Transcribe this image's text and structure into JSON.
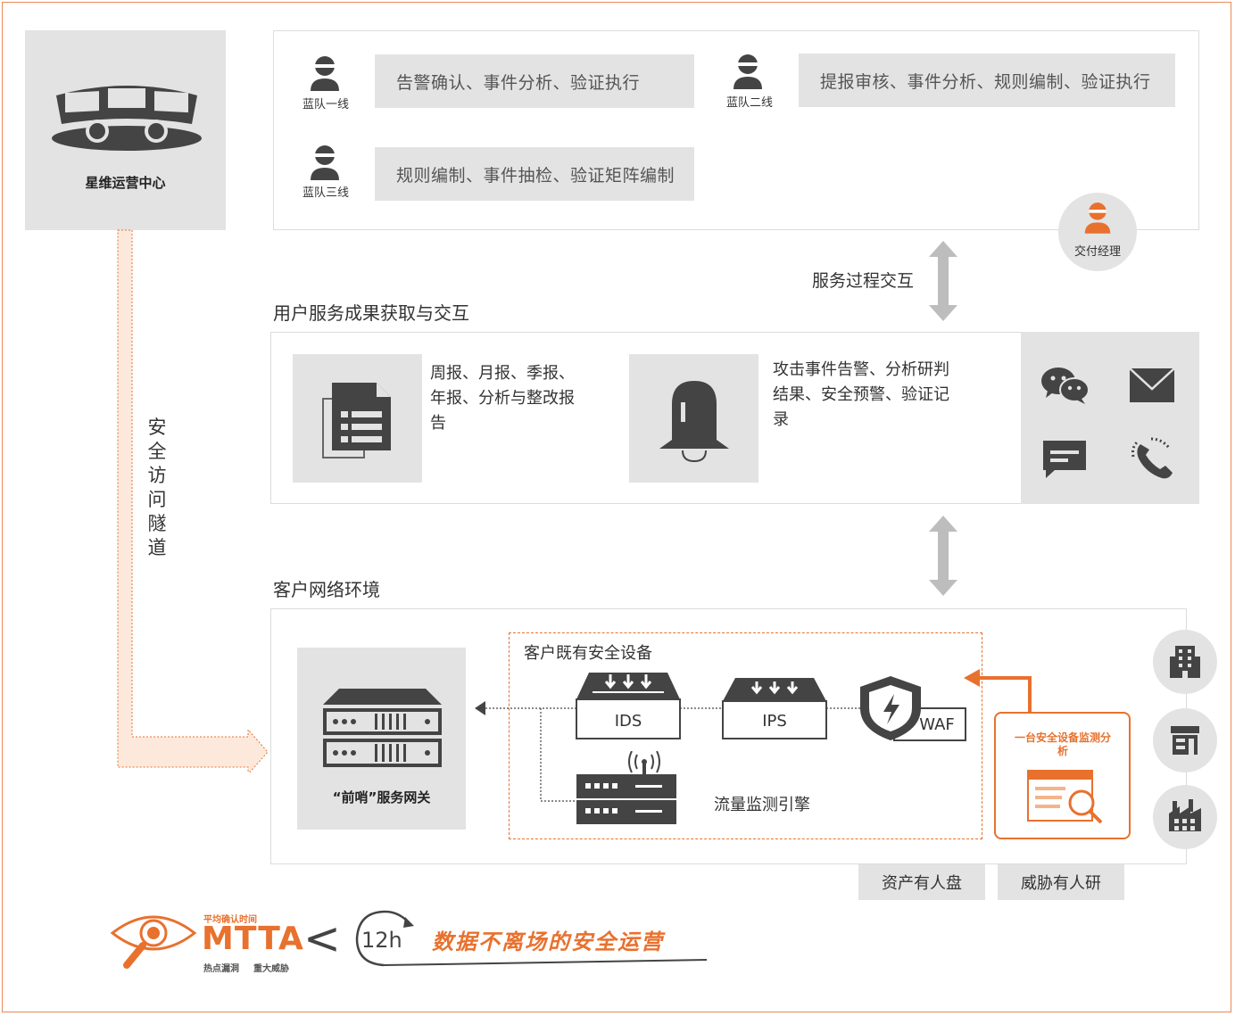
{
  "ops_center": {
    "label": "星维运营中心"
  },
  "blue_team": {
    "roles": [
      {
        "name": "蓝队一线",
        "tasks": "告警确认、事件分析、验证执行"
      },
      {
        "name": "蓝队二线",
        "tasks": "提报审核、事件分析、规则编制、验证执行"
      },
      {
        "name": "蓝队三线",
        "tasks": "规则编制、事件抽检、验证矩阵编制"
      }
    ],
    "delivery_manager": "交付经理"
  },
  "service_interaction": "服务过程交互",
  "results_section": {
    "title": "用户服务成果获取与交互",
    "reports_desc": "周报、月报、季报、年报、分析与整改报告",
    "alerts_desc": "攻击事件告警、分析研判结果、安全预警、验证记录"
  },
  "tunnel": {
    "label": "安全访问隧道"
  },
  "customer_network": {
    "title": "客户网络环境",
    "gateway_label": "“前哨”服务网关",
    "existing_devices": {
      "title": "客户既有安全设备",
      "ids": "IDS",
      "ips": "IPS",
      "waf": "WAF",
      "traffic_engine": "流量监测引擎"
    },
    "monitor_box": "一台安全设备监测分析",
    "tags": [
      "资产有人盘",
      "威胁有人研"
    ]
  },
  "mtta": {
    "caption_top": "平均确认时间",
    "label": "MTTA",
    "less_than": "<",
    "hours": "12h",
    "caption_bottom_1": "热点漏洞",
    "caption_bottom_2": "重大威胁",
    "slogan": "数据不离场的安全运营"
  },
  "colors": {
    "accent": "#e8712e",
    "icon": "#444444",
    "panel": "#e3e3e3"
  }
}
